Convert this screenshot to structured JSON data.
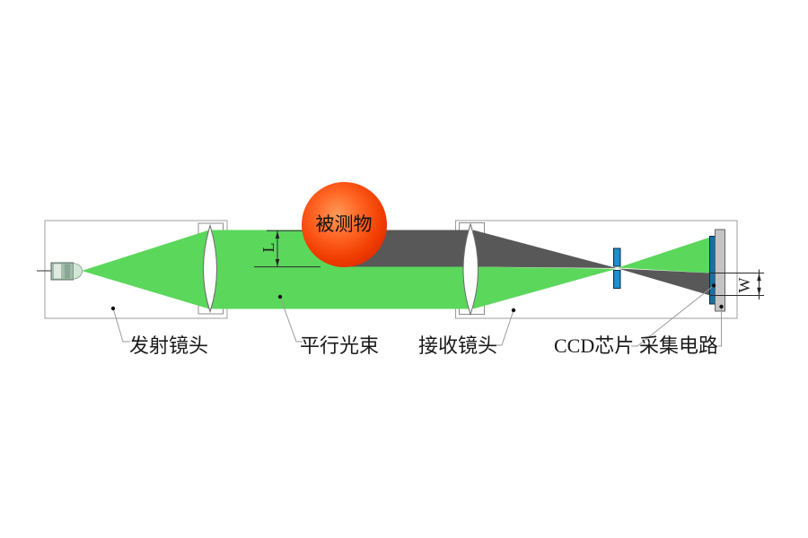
{
  "figure": {
    "type": "optical-measurement-principle-diagram",
    "labels": {
      "emitter_lens": "发射镜头",
      "parallel_beam": "平行光束",
      "receiver_lens": "接收镜头",
      "ccd_chip": "CCD芯片",
      "acquisition_circuit": "采集电路",
      "measured_object": "被测物",
      "dim_l": "L",
      "dim_w": "W"
    },
    "colors": {
      "beam_green": "#5bd75b",
      "shadow_gray": "#585858",
      "aperture_blue": "#1e8ecd",
      "ccd_blue": "#1172a8",
      "plate_gray": "#c4c4c4",
      "object_core_orange": "#ff6524",
      "object_rim_red": "#bd2400",
      "box_border": "#9e9e9e"
    }
  }
}
